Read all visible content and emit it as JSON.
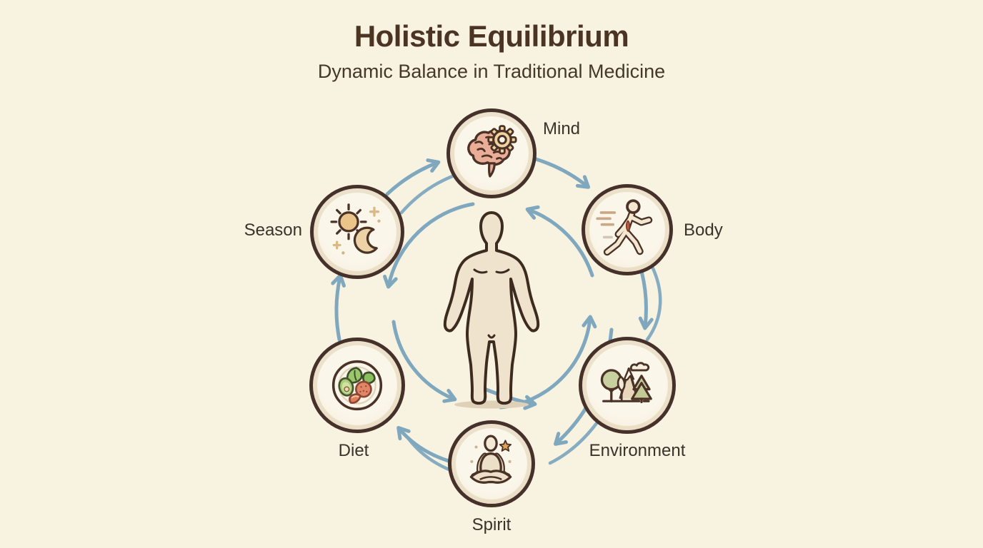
{
  "header": {
    "title": "Holistic Equilibrium",
    "subtitle": "Dynamic Balance in Traditional Medicine"
  },
  "diagram": {
    "nodes": [
      {
        "id": "mind",
        "label": "Mind",
        "icon": "brain-gear-icon"
      },
      {
        "id": "body",
        "label": "Body",
        "icon": "runner-icon"
      },
      {
        "id": "environment",
        "label": "Environment",
        "icon": "nature-trees-icon"
      },
      {
        "id": "spirit",
        "label": "Spirit",
        "icon": "meditation-icon"
      },
      {
        "id": "diet",
        "label": "Diet",
        "icon": "healthy-food-plate-icon"
      },
      {
        "id": "season",
        "label": "Season",
        "icon": "sun-moon-icon"
      }
    ],
    "center_icon": "human-figure-icon",
    "flow": {
      "outer_direction": "clockwise",
      "inner_direction": "counterclockwise"
    },
    "colors": {
      "background": "#f8f2e1",
      "arrow": "#7fa8bf",
      "node_border": "#46312a",
      "title_text": "#4b3423",
      "label_text": "#39332b"
    }
  }
}
